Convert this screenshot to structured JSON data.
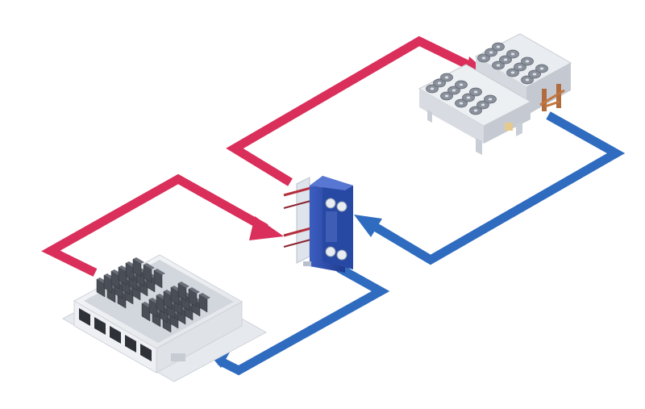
{
  "diagram": {
    "components": [
      {
        "id": "dry-cooler",
        "icon": "dry-cooler-fan-units-icon"
      },
      {
        "id": "plate-heat-exchanger",
        "icon": "plate-heat-exchanger-icon"
      },
      {
        "id": "data-center",
        "icon": "server-hall-icon"
      }
    ],
    "flows": [
      {
        "id": "hot-supply-to-cooler",
        "kind": "hot"
      },
      {
        "id": "hot-return-from-datacenter",
        "kind": "hot"
      },
      {
        "id": "cold-return-from-cooler",
        "kind": "cold"
      },
      {
        "id": "cold-supply-to-datacenter",
        "kind": "cold"
      }
    ]
  },
  "colors": {
    "hot": "#d92f5a",
    "cold": "#2f6bbf",
    "exchanger": "#2748a3",
    "building": "#eef0f3",
    "server": "#4a4e57"
  }
}
